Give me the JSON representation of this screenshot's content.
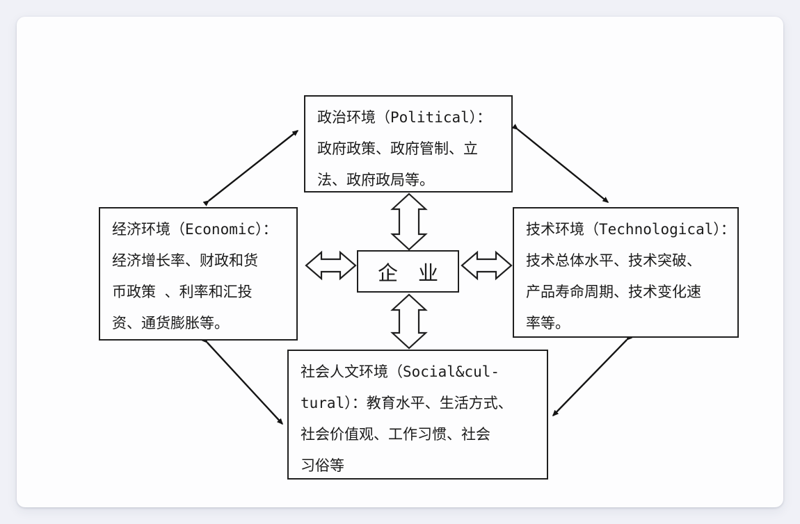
{
  "diagram": {
    "enterprise": {
      "label": "企　业"
    },
    "political": {
      "lines": [
        "政治环境（Political）：",
        "政府政策、政府管制、立",
        "法、政府政局等。"
      ]
    },
    "economic": {
      "lines": [
        "经济环境（Economic）：",
        "经济增长率、财政和货",
        "币政策 、利率和汇投",
        "资、通货膨胀等。"
      ]
    },
    "technological": {
      "lines": [
        "技术环境（Technological）：",
        "技术总体水平、技术突破、",
        "产品寿命周期、技术变化速",
        "率等。"
      ]
    },
    "social": {
      "lines": [
        "社会人文环境（Social&cul-",
        "tural）：教育水平、生活方式、",
        "社会价值观、工作习惯、社会",
        "习俗等"
      ]
    }
  },
  "colors": {
    "page_background": "#f0f1f7",
    "canvas_background": "#fdfdfe",
    "box_border": "#1f1f1f",
    "text": "#1b1b1b",
    "arrow": "#141414"
  }
}
